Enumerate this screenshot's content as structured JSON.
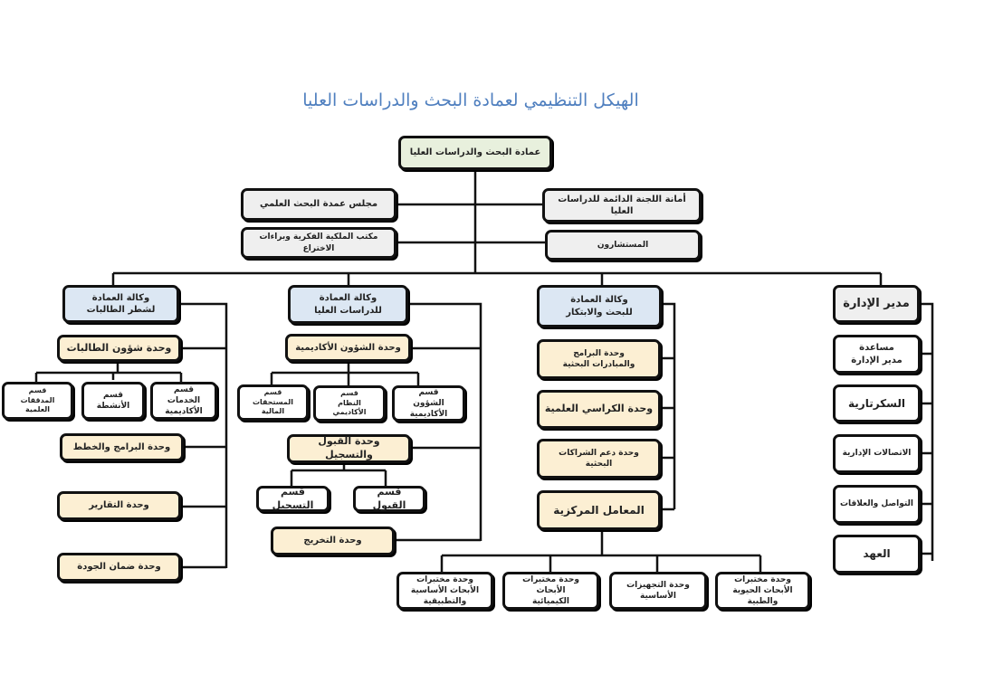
{
  "title": "الهيكل التنظيمي لعمادة البحث والدراسات العليا",
  "colors": {
    "title": "#4f7fbf",
    "root": "#e8f0dd",
    "council": "#efefef",
    "vice_deanship": "#dce7f3",
    "unit": "#fcefd3",
    "department": "#ffffff",
    "line": "#111111"
  },
  "root": {
    "label": "عمادة البحث والدراسات العليا"
  },
  "councils": {
    "scientific_research_deans_council": "مجلس عمدة البحث العلمي",
    "ip_patents_office": "مكتب الملكية الفكرية وبراءات الاختراع",
    "graduate_committee_secretariat": "أمانة اللجنة الدائمة للدراسات العليا",
    "consultants": "المستشارون"
  },
  "female_students_branch": {
    "label": "وكالة العمادة لشطر الطالبات",
    "student_affairs_unit": "وحدة شؤون الطالبات",
    "departments": [
      "قسم الخدمات الأكاديمية",
      "قسم الأنشطة",
      "قسم المدققات العلمية"
    ],
    "programs_plans_unit": "وحدة البرامج والخطط",
    "reports_unit": "وحدة التقارير",
    "quality_unit": "وحدة ضمان الجودة"
  },
  "graduate_studies_branch": {
    "label": "وكالة العمادة للدراسات العليا",
    "academic_affairs_unit": "وحدة الشؤون الأكاديمية",
    "departments": [
      "قسم الشؤون الأكاديمية",
      "قسم النظام الأكاديمي",
      "قسم المستحقات المالية"
    ],
    "admission_unit": "وحدة القبول والتسجيل",
    "admission_departments": [
      "قسم القبول",
      "قسم التسجيل"
    ],
    "graduation_unit": "وحدة التخريج"
  },
  "research_branch": {
    "label": "وكالة العمادة للبحث والابتكار",
    "programs_initiatives_unit": "وحدة البرامج والمبادرات البحثية",
    "chairs_unit": "وحدة الكراسي العلمية",
    "partnerships_unit": "وحدة دعم الشراكات البحثية",
    "central_labs": "المعامل المركزية",
    "lab_units": [
      "وحدة مختبرات الأبحاث الحيوية والطبية",
      "وحدة التجهيزات الأساسية",
      "وحدة مختبرات الأبحاث الكيميائية",
      "وحدة مختبرات الأبحاث الأساسية والتطبيقية"
    ]
  },
  "administration": {
    "label": "مدير الإدارة",
    "items": [
      "مساعدة مدير الإدارة",
      "السكرتارية",
      "الاتصالات الإدارية",
      "التواصل والعلاقات",
      "العهد"
    ]
  }
}
